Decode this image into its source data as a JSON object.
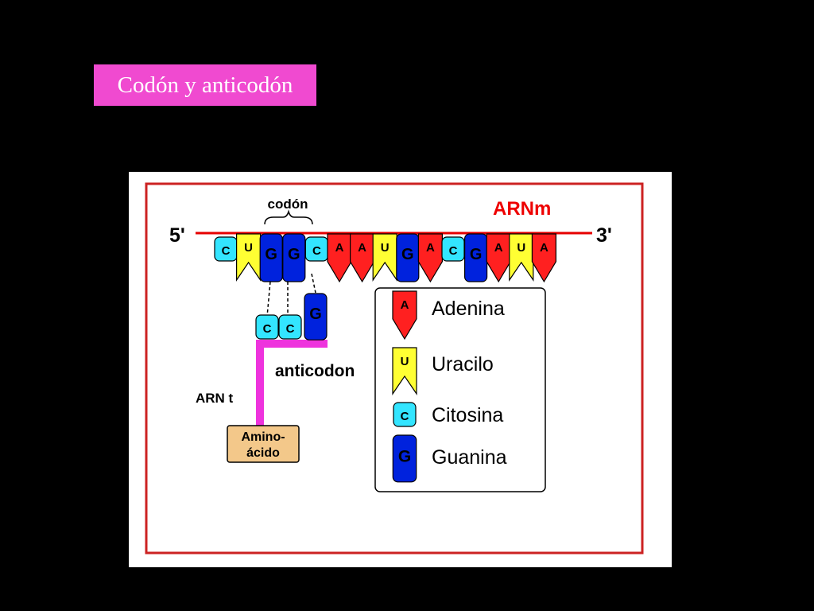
{
  "slide": {
    "title": "Codón y anticodón"
  },
  "diagram": {
    "codon_label": "codón",
    "mrna_label": "ARNm",
    "five_prime": "5'",
    "three_prime": "3'",
    "anticodon_label": "anticodon",
    "trna_label": "ARN t",
    "amino_acid": {
      "line1": "Amino-",
      "line2": "ácido"
    },
    "mrna_sequence": [
      "C",
      "U",
      "G",
      "G",
      "C",
      "A",
      "A",
      "U",
      "G",
      "A",
      "C",
      "G",
      "A",
      "U",
      "A"
    ],
    "anticodon_sequence": [
      "C",
      "C",
      "G"
    ],
    "legend": [
      {
        "base": "A",
        "name": "Adenina"
      },
      {
        "base": "U",
        "name": "Uracilo"
      },
      {
        "base": "C",
        "name": "Citosina"
      },
      {
        "base": "G",
        "name": "Guanina"
      }
    ],
    "colors": {
      "A": "#ff2020",
      "U": "#ffff33",
      "C": "#33e5ff",
      "G": "#0022dd",
      "frame": "#cc2222",
      "backbone": "#e60000",
      "trna": "#ee33dd",
      "amino": "#f3c88a",
      "mrna_label": "#ee0000"
    }
  }
}
